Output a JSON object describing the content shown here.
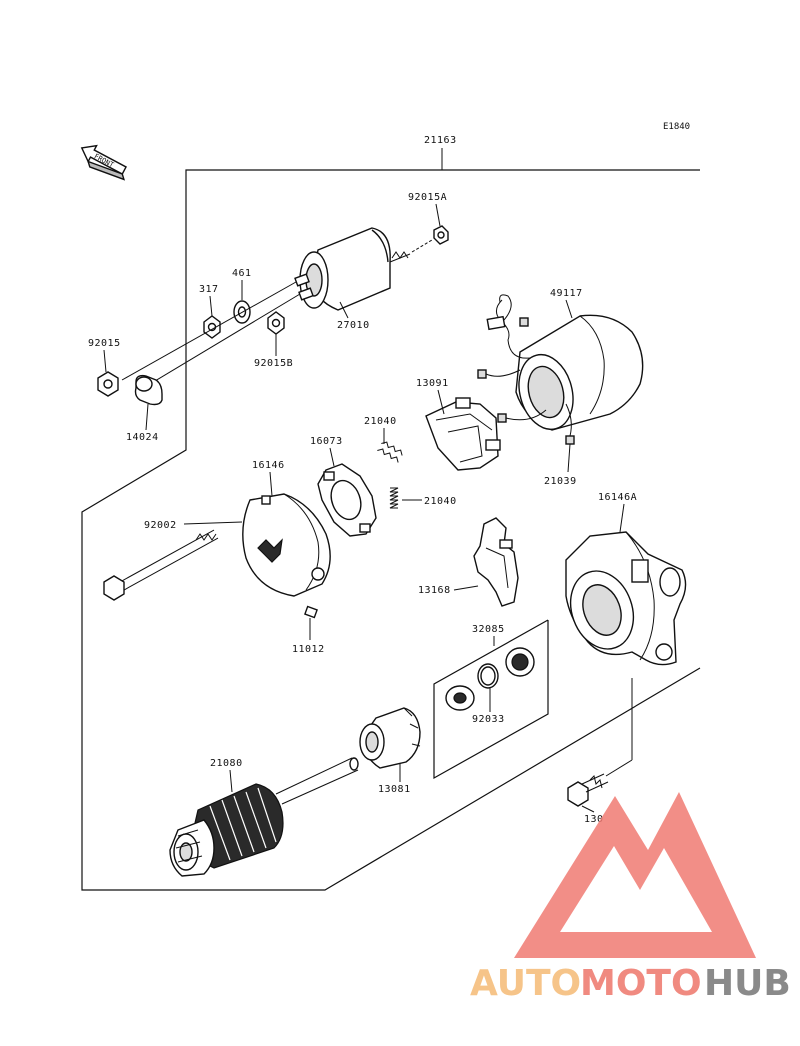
{
  "diagram_code": "E1840",
  "front_arrow_label": "FRONT",
  "labels": {
    "p21163": "21163",
    "p92015A": "92015A",
    "p461": "461",
    "p317": "317",
    "p27010": "27010",
    "p92015": "92015",
    "p92015B": "92015B",
    "p14024": "14024",
    "p49117": "49117",
    "p13091": "13091",
    "p21040a": "21040",
    "p21040b": "21040",
    "p16073": "16073",
    "p16146": "16146",
    "p21039": "21039",
    "p16146A": "16146A",
    "p92002": "92002",
    "p13168": "13168",
    "p11012": "11012",
    "p32085": "32085",
    "p92033": "92033",
    "p21080": "21080",
    "p13081": "13081",
    "p130": "130"
  },
  "watermark": {
    "part1": "AUTO",
    "part2": "MOTO",
    "part3": "HUB",
    "color_auto": "#f6c489",
    "color_moto": "#f08a80",
    "color_hub": "#8a8a8a",
    "mark_color": "#f07a72"
  }
}
